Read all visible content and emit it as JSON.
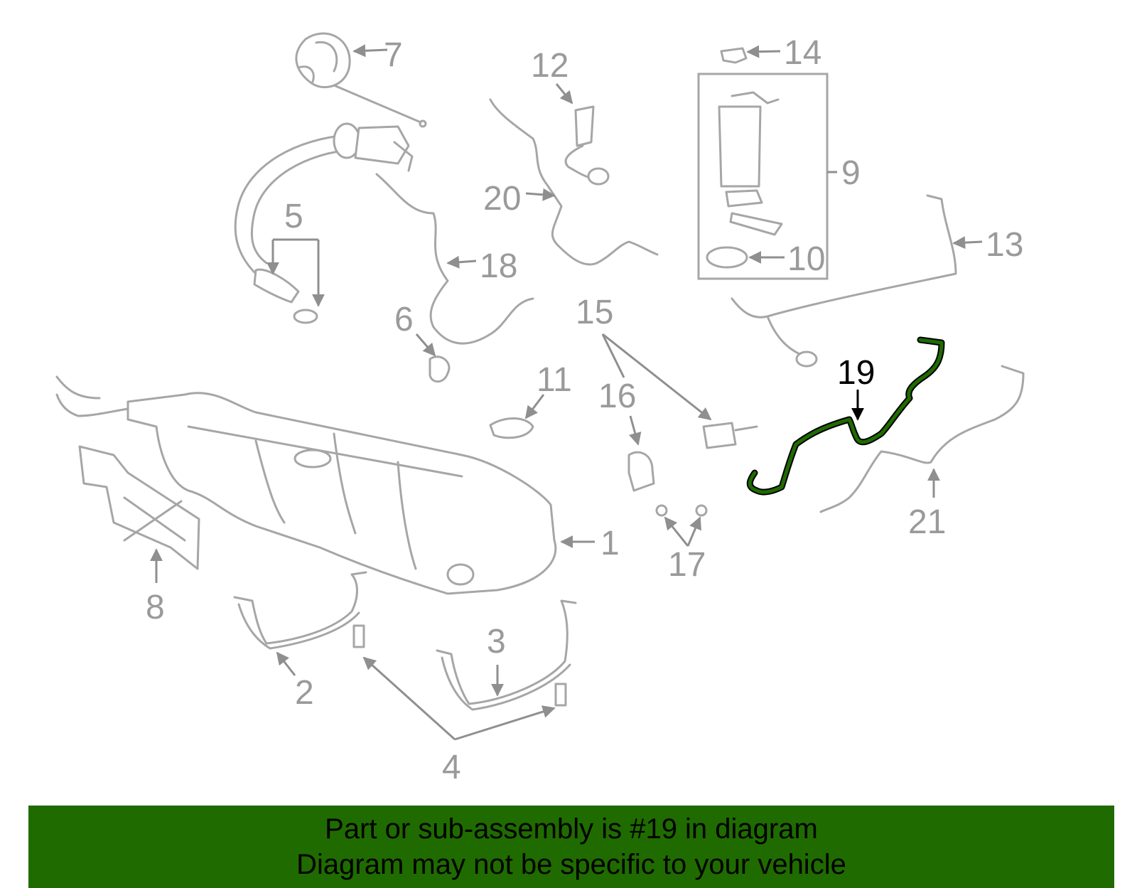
{
  "colors": {
    "background": "#ffffff",
    "part_stroke": "#a6a6a6",
    "highlight": "#1f6b00",
    "banner_bg": "#1f6b00",
    "banner_text": "#000000"
  },
  "callouts": [
    "1",
    "2",
    "3",
    "4",
    "5",
    "6",
    "7",
    "8",
    "9",
    "10",
    "11",
    "12",
    "13",
    "14",
    "15",
    "16",
    "17",
    "18",
    "19",
    "20",
    "21"
  ],
  "highlighted_part": "19",
  "banner": {
    "line1": "Part or sub-assembly is #19 in diagram",
    "line2": "Diagram may not be specific to your vehicle"
  }
}
